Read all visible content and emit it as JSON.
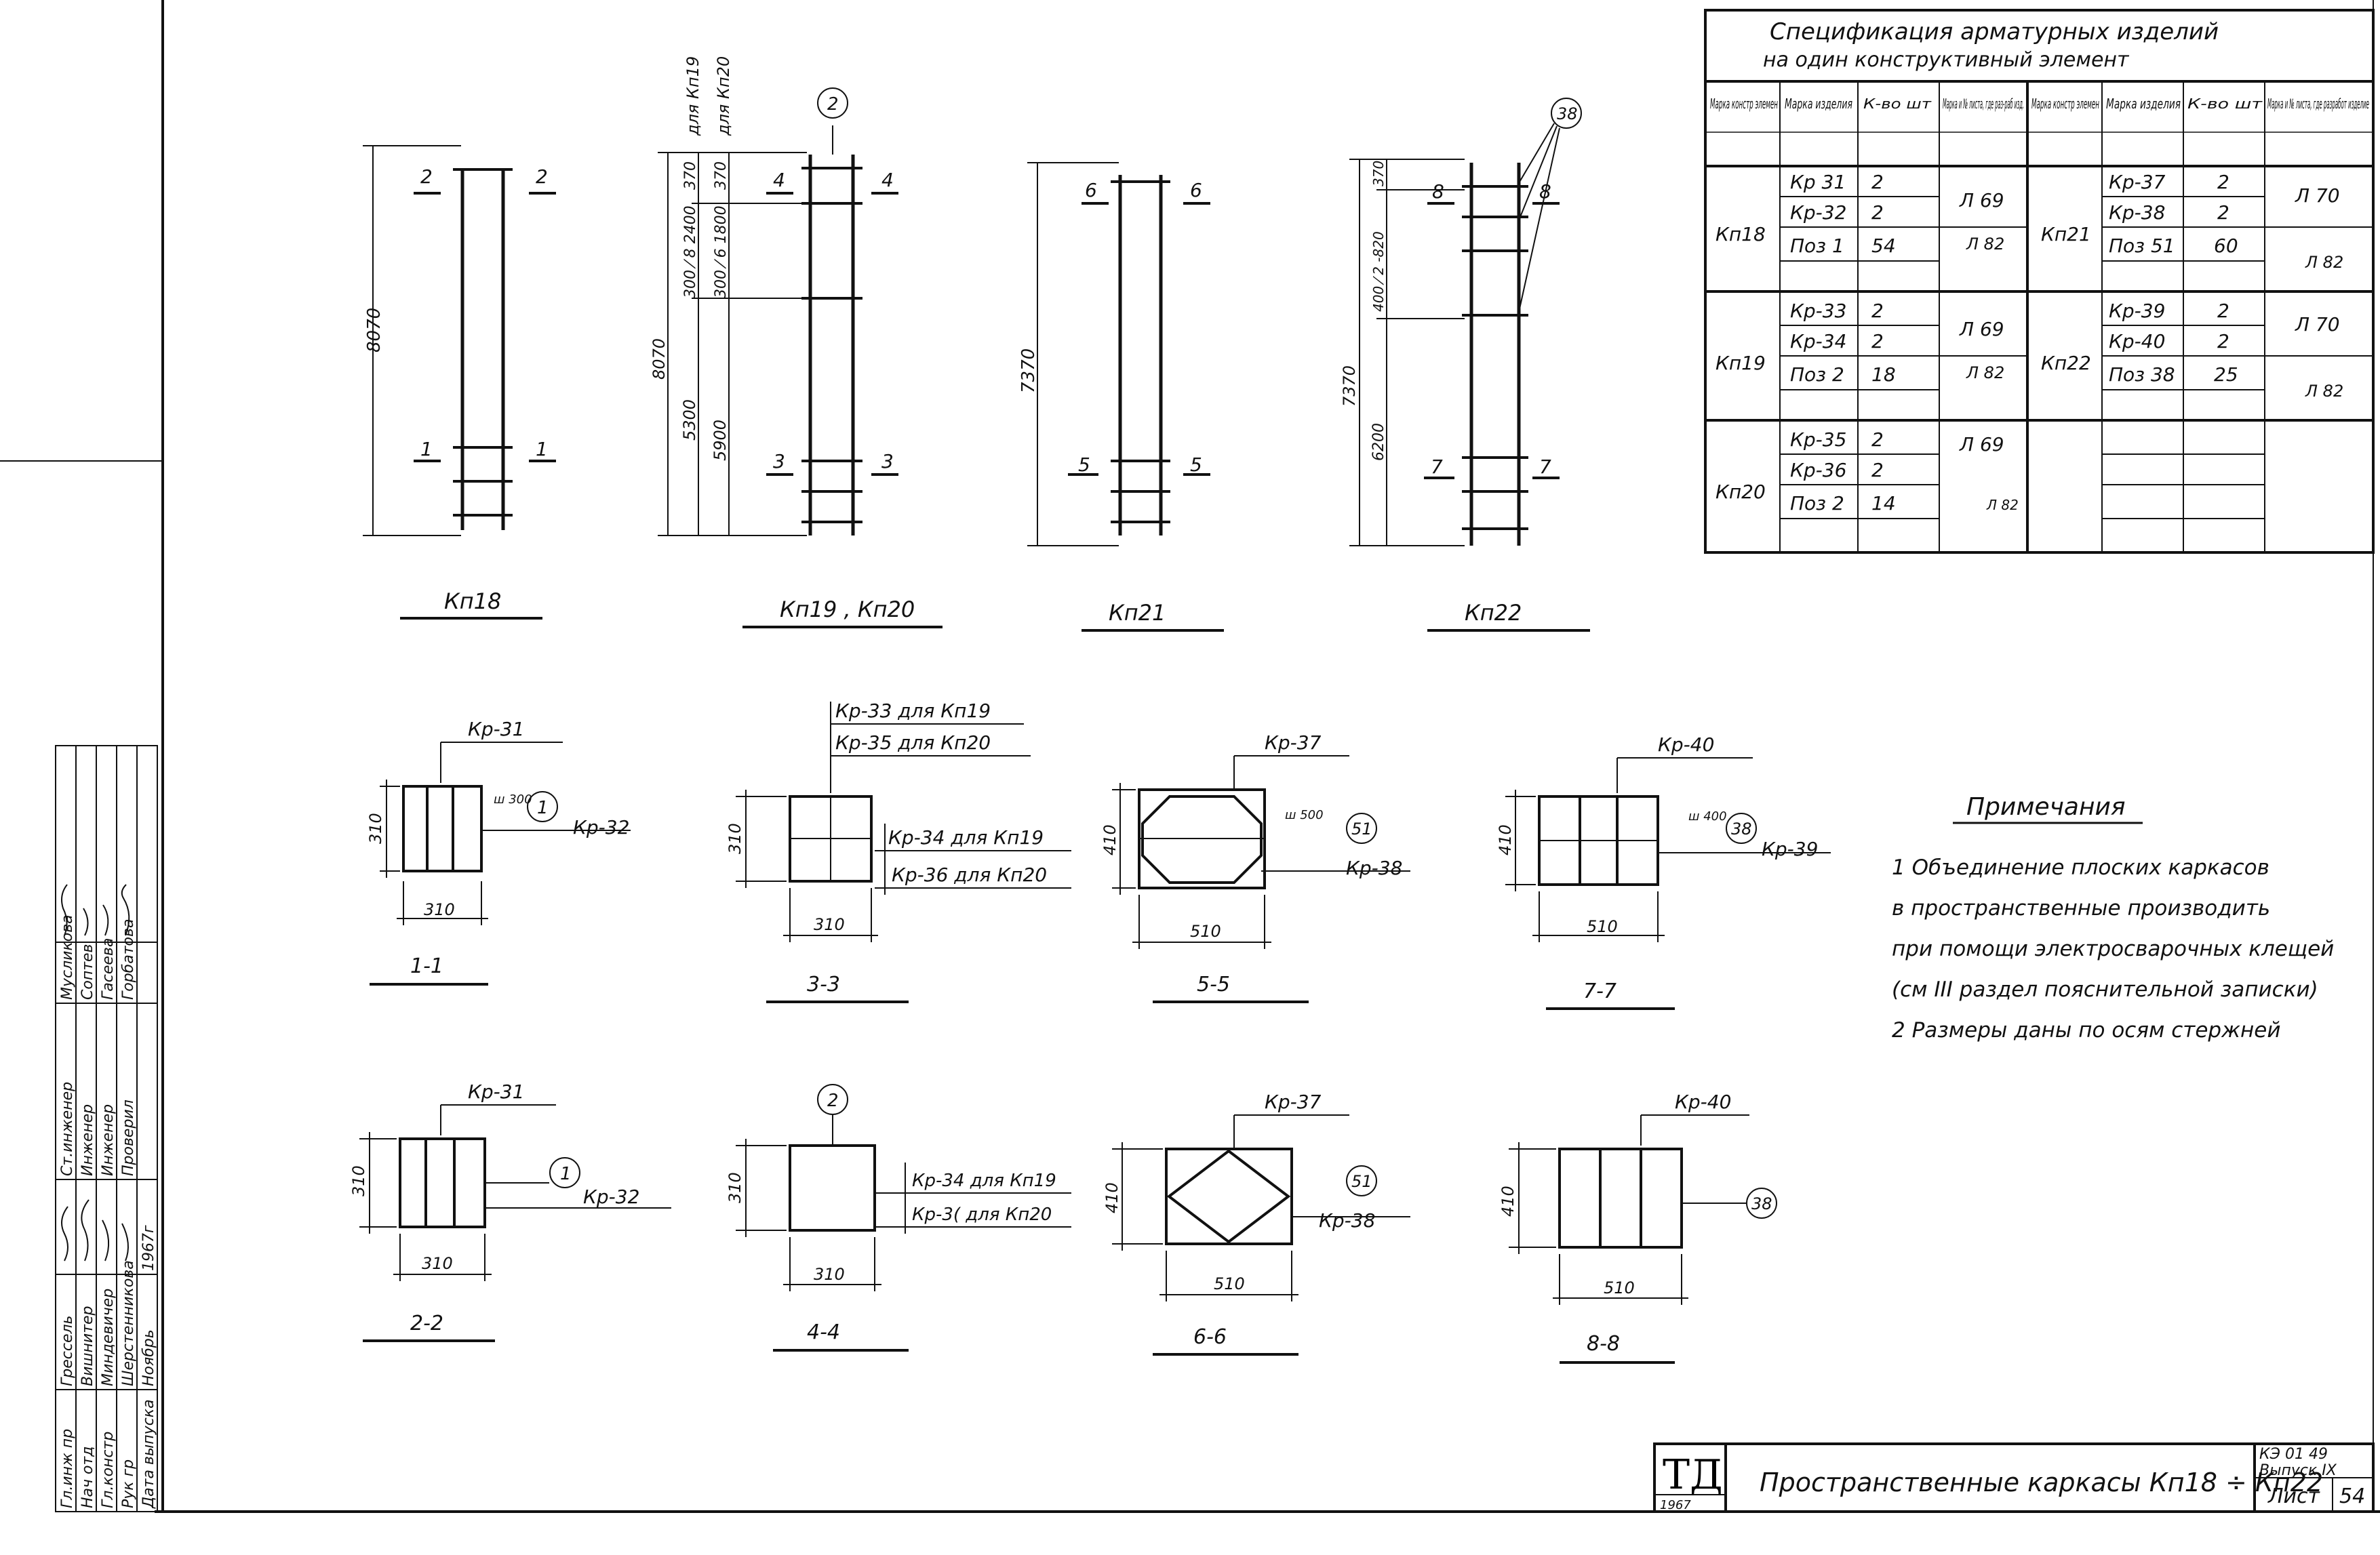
{
  "elevations": [
    {
      "title": "Кп18",
      "dims": [
        "8070"
      ],
      "sections": [
        "1",
        "2"
      ]
    },
    {
      "title": "Кп19 , Кп20",
      "dims": [
        "8070",
        "5300",
        "5900",
        "300 ⁄ 8 2400",
        "300 ⁄ 6 1800",
        "370",
        "370"
      ],
      "labels": [
        "для Кп19",
        "для Кп20"
      ],
      "sections": [
        "3",
        "4"
      ],
      "callout": "2"
    },
    {
      "title": "Кп21",
      "dims": [
        "7370"
      ],
      "sections": [
        "5",
        "6"
      ]
    },
    {
      "title": "Кп22",
      "dims": [
        "7370",
        "6200",
        "400 ⁄ 2 -820",
        "370"
      ],
      "sections": [
        "7",
        "8"
      ],
      "callout": "38"
    }
  ],
  "spec": {
    "title_line1": "Спецификация  арматурных изделий",
    "title_line2": "на один конструктивный элемент",
    "left_headers": [
      "Марка констр элемен",
      "Марка изделия",
      "К-во шт",
      "Марка и № листа, где раз-раб изд."
    ],
    "right_headers": [
      "Марка констр элемен",
      "Марка изделия",
      "К-во шт",
      "Марка и № листа, где разработ изделие"
    ],
    "unit_label": "шт",
    "left_groups": [
      {
        "element": "Кп18",
        "rows": [
          [
            "Кр 31",
            "2"
          ],
          [
            "Кр-32",
            "2"
          ],
          [
            "Поз 1",
            "54"
          ]
        ],
        "sheets": [
          "Л 69",
          "Л 82"
        ]
      },
      {
        "element": "Кп19",
        "rows": [
          [
            "Кр-33",
            "2"
          ],
          [
            "Кр-34",
            "2"
          ],
          [
            "Поз 2",
            "18"
          ]
        ],
        "sheets": [
          "Л 69",
          "Л 82"
        ]
      },
      {
        "element": "Кп20",
        "rows": [
          [
            "Кр-35",
            "2"
          ],
          [
            "Кр-36",
            "2"
          ],
          [
            "Поз 2",
            "14"
          ]
        ],
        "sheets": [
          "Л 69",
          "Л 82"
        ]
      }
    ],
    "right_groups": [
      {
        "element": "Кп21",
        "rows": [
          [
            "Кр-37",
            "2"
          ],
          [
            "Кр-38",
            "2"
          ],
          [
            "Поз 51",
            "60"
          ]
        ],
        "sheets": [
          "Л 70",
          "Л 82"
        ]
      },
      {
        "element": "Кп22",
        "rows": [
          [
            "Кр-39",
            "2"
          ],
          [
            "Кр-40",
            "2"
          ],
          [
            "Поз 38",
            "25"
          ]
        ],
        "sheets": [
          "Л 70",
          "Л 82"
        ]
      }
    ]
  },
  "sections": [
    {
      "title": "1-1",
      "w": "310",
      "h": "310",
      "top": "Кр-31",
      "right": "Кр-32",
      "note": "ш 300",
      "callout": "1"
    },
    {
      "title": "3-3",
      "w": "310",
      "h": "310",
      "top1": "Кр-33 для Кп19",
      "top2": "Кр-35 для Кп20",
      "right1": "Кр-34 для Кп19",
      "right2": "Кр-36 для Кп20"
    },
    {
      "title": "5-5",
      "w": "510",
      "h": "410",
      "top": "Кр-37",
      "right": "Кр-38",
      "note": "ш 500",
      "callout": "51"
    },
    {
      "title": "7-7",
      "w": "510",
      "h": "410",
      "top": "Кр-40",
      "right": "Кр-39",
      "note": "ш 400",
      "callout": "38"
    },
    {
      "title": "2-2",
      "w": "310",
      "h": "310",
      "top": "Кр-31",
      "right": "Кр-32",
      "callout": "1"
    },
    {
      "title": "4-4",
      "w": "310",
      "h": "310",
      "right1": "Кр-34 для Кп19",
      "right2": "Кр-3( для Кп20",
      "callout": "2"
    },
    {
      "title": "6-6",
      "w": "510",
      "h": "410",
      "top": "Кр-37",
      "right": "Кр-38",
      "callout": "51"
    },
    {
      "title": "8-8",
      "w": "510",
      "h": "410",
      "top": "Кр-40",
      "callout": "38"
    }
  ],
  "notes": {
    "heading": "Примечания",
    "lines": [
      "1  Объединение плоских каркасов",
      "в пространственные производить",
      "при помощи электросварочных клещей",
      "(см  III  раздел пояснительной записки)",
      "2  Размеры даны по осям стержней"
    ]
  },
  "side_stamp": {
    "rows": [
      [
        "Гл.инж пр",
        "Грессель",
        "",
        "Ст.инженер",
        "Мусликова"
      ],
      [
        "Нач отд",
        "Вишнитер",
        "",
        "Инженер",
        "Соптев"
      ],
      [
        "Гл.констр",
        "Миндевичер",
        "",
        "Инженер",
        "Гасеева"
      ],
      [
        "Рук гр",
        "Шерстенникова",
        "",
        "Проверил",
        "Горбатова"
      ],
      [
        "Дата выпуска",
        "Ноябрь",
        "1967г",
        "",
        ""
      ]
    ]
  },
  "title_block": {
    "logo": "ТД",
    "year": "1967",
    "title": "Пространственные каркасы Кп18 ÷ Кп22",
    "code": "КЭ 01 49",
    "issue": "Выпуск IX",
    "sheet_label": "Лист",
    "sheet_no": "54"
  }
}
